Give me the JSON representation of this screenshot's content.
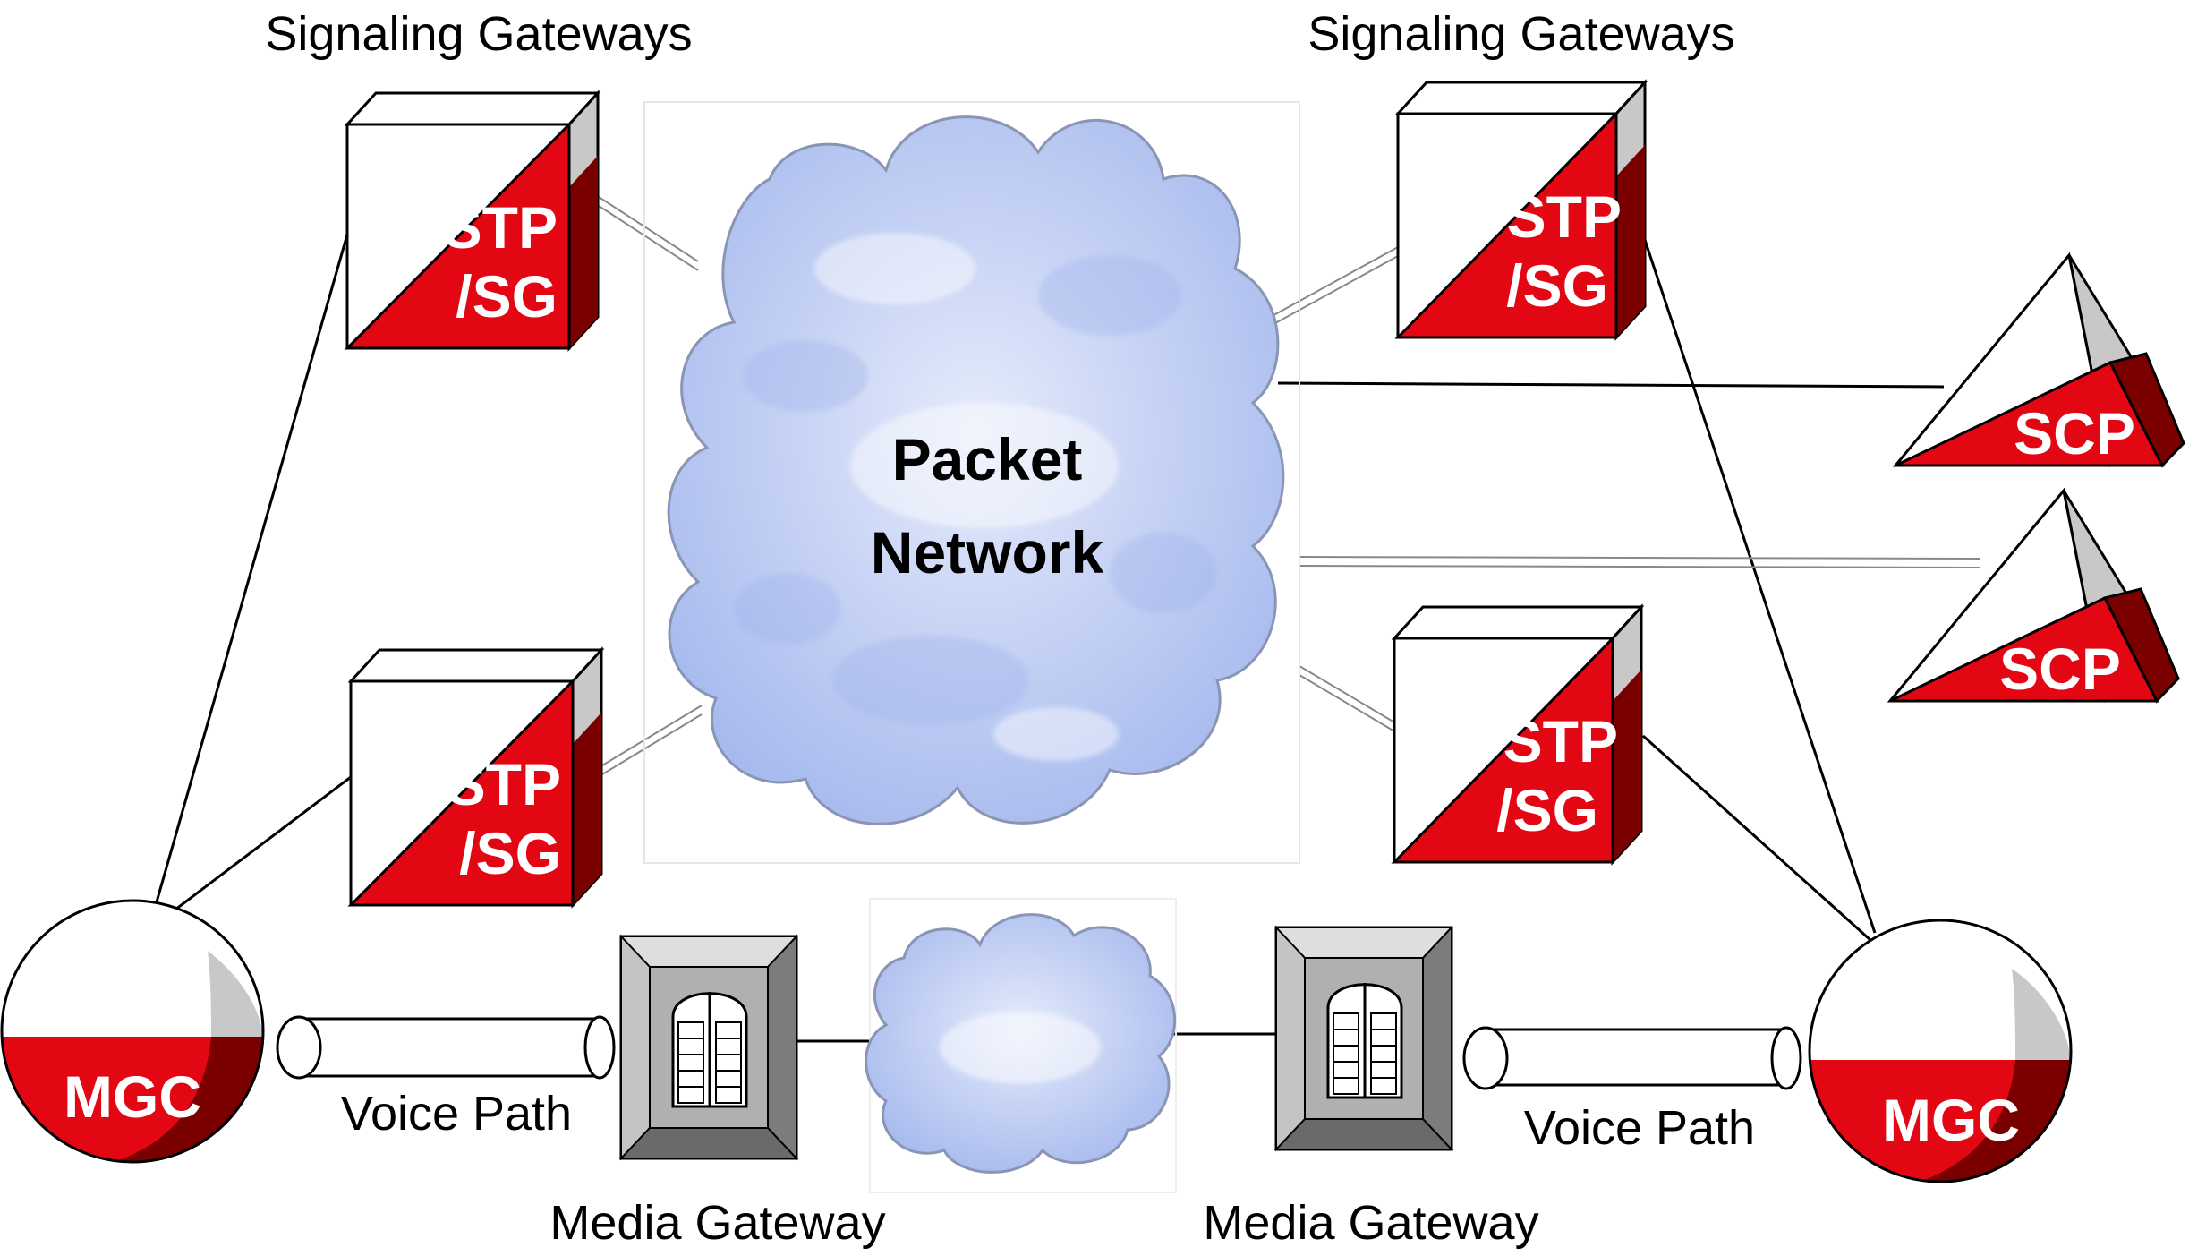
{
  "labels": {
    "sg_top_left": "Signaling Gateways",
    "sg_top_right": "Signaling Gateways",
    "voice_path_left": "Voice Path",
    "voice_path_right": "Voice Path",
    "media_gw_left": "Media Gateway",
    "media_gw_right": "Media Gateway"
  },
  "cloud": {
    "line1": "Packet",
    "line2": "Network"
  },
  "devices": {
    "stp_line1": "STP",
    "stp_line2": "/SG",
    "scp": "SCP",
    "mgc": "MGC"
  },
  "colors": {
    "red": "#e30613",
    "dark_red": "#7a0000",
    "cloud_blue": "#b7c7f2",
    "gateway_gray": "#9a9a9a"
  }
}
